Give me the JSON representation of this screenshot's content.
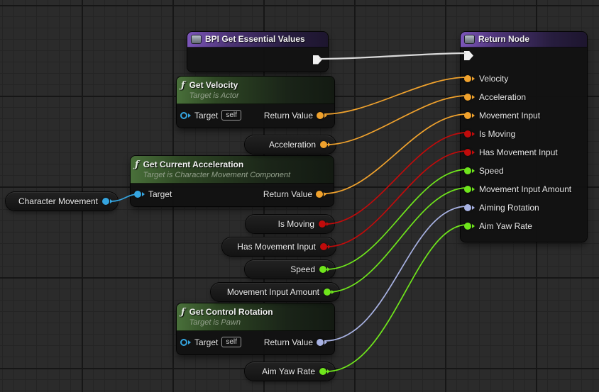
{
  "colors": {
    "exec": "#d9d9d9",
    "vector": "#f0a22d",
    "bool": "#c00b0b",
    "float": "#6fe51c",
    "rotator": "#a8b2e3",
    "object": "#35a5e0"
  },
  "nodes": {
    "bpi_get_essential_values": {
      "title": "BPI Get Essential Values"
    },
    "get_velocity": {
      "title": "Get Velocity",
      "subtitle": "Target is Actor",
      "target_label": "Target",
      "self_value": "self",
      "return_label": "Return Value"
    },
    "get_current_acceleration": {
      "title": "Get Current Acceleration",
      "subtitle": "Target is Character Movement Component",
      "target_label": "Target",
      "return_label": "Return Value"
    },
    "get_control_rotation": {
      "title": "Get Control Rotation",
      "subtitle": "Target is Pawn",
      "target_label": "Target",
      "self_value": "self",
      "return_label": "Return Value"
    },
    "return_node": {
      "title": "Return Node",
      "pins": [
        {
          "label": "Velocity",
          "type": "vector"
        },
        {
          "label": "Acceleration",
          "type": "vector"
        },
        {
          "label": "Movement Input",
          "type": "vector"
        },
        {
          "label": "Is Moving",
          "type": "bool"
        },
        {
          "label": "Has Movement Input",
          "type": "bool"
        },
        {
          "label": "Speed",
          "type": "float"
        },
        {
          "label": "Movement Input Amount",
          "type": "float"
        },
        {
          "label": "Aiming Rotation",
          "type": "rotator"
        },
        {
          "label": "Aim Yaw Rate",
          "type": "float"
        }
      ]
    },
    "pills": [
      {
        "label": "Character Movement",
        "type": "object"
      },
      {
        "label": "Acceleration",
        "type": "vector"
      },
      {
        "label": "Is Moving",
        "type": "bool"
      },
      {
        "label": "Has Movement Input",
        "type": "bool"
      },
      {
        "label": "Speed",
        "type": "float"
      },
      {
        "label": "Movement Input Amount",
        "type": "float"
      },
      {
        "label": "Aim Yaw Rate",
        "type": "float"
      }
    ]
  }
}
